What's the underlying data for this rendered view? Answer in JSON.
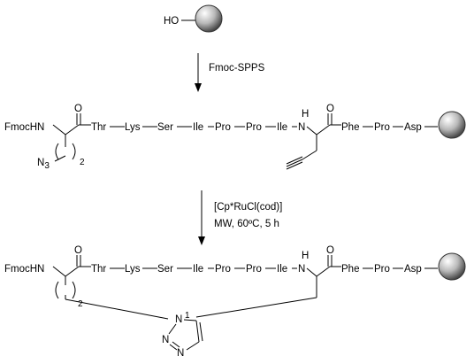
{
  "colors": {
    "ink": "#000000",
    "bead_light": "#ffffff",
    "bead_mid": "#b8b8b8",
    "bead_dark": "#4a4a4a"
  },
  "start": {
    "label": "HO"
  },
  "step1": {
    "reagent": "Fmoc-SPPS"
  },
  "step2": {
    "reagent_line1": "[Cp*RuCl(cod)]",
    "reagent_line2": "MW, 60ºC, 5 h"
  },
  "peptide": {
    "n_term": "FmocHN",
    "carbonyl_o": "O",
    "amide_n": "H",
    "amide_nh": "N",
    "sidechain_chain": "2",
    "azide": "N3",
    "residues_a": [
      "Thr",
      "Lys",
      "Ser",
      "Ile",
      "Pro",
      "Pro",
      "Ile"
    ],
    "residues_b": [
      "Phe",
      "Pro",
      "Asp"
    ]
  },
  "product": {
    "triazole_n1": "N",
    "triazole_n2": "N",
    "triazole_n3": "N"
  },
  "icons": {
    "resin": "resin-bead-icon",
    "arrow": "down-arrow-icon"
  }
}
